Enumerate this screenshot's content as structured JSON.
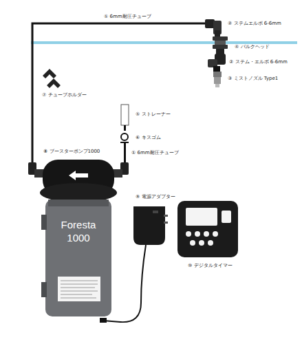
{
  "diagram": {
    "nodes": [
      {
        "text": [
          "Foresta 1000"
        ]
      }
    ],
    "labels": [
      "① 6mm耐圧チューブ",
      "② ステムエルボ 6-6mm",
      "④ バルクヘッド",
      "② ステム・エルボ 6-6mm",
      "③ ミストノズル Type1",
      "⑦ チューブホルダー",
      "⑤ ストレーナー",
      "⑥ キスゴム",
      "① 6mm耐圧チューブ",
      "⑧ ブースターポンプ1000",
      "⑨ 電源アダプター",
      "⑩ デジタルタイマー"
    ]
  }
}
